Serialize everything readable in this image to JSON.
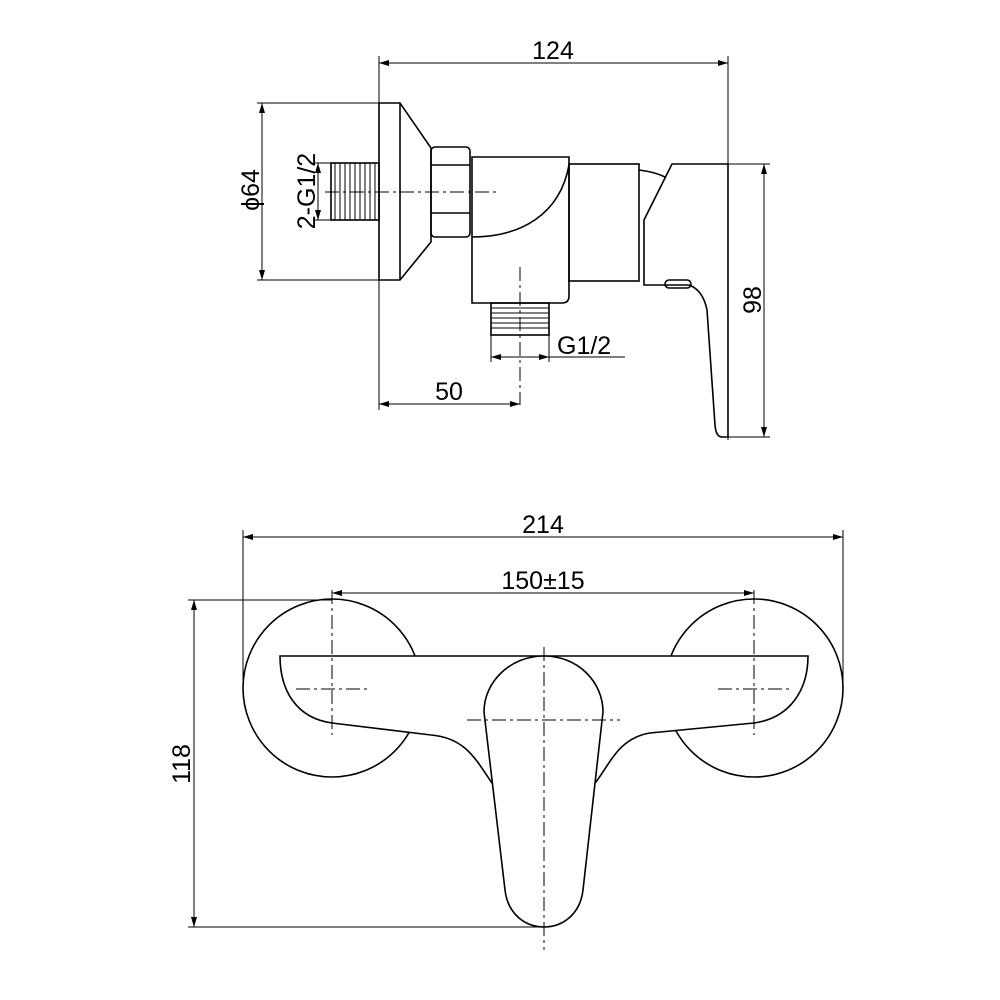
{
  "side_view": {
    "dims": {
      "overall_depth": "124",
      "flange_diameter": "ϕ64",
      "inlet_thread": "2-G1/2",
      "outlet_thread": "G1/2",
      "outlet_offset": "50",
      "height": "98"
    }
  },
  "front_view": {
    "dims": {
      "overall_width": "214",
      "center_distance": "150±15",
      "overall_height": "118"
    }
  }
}
